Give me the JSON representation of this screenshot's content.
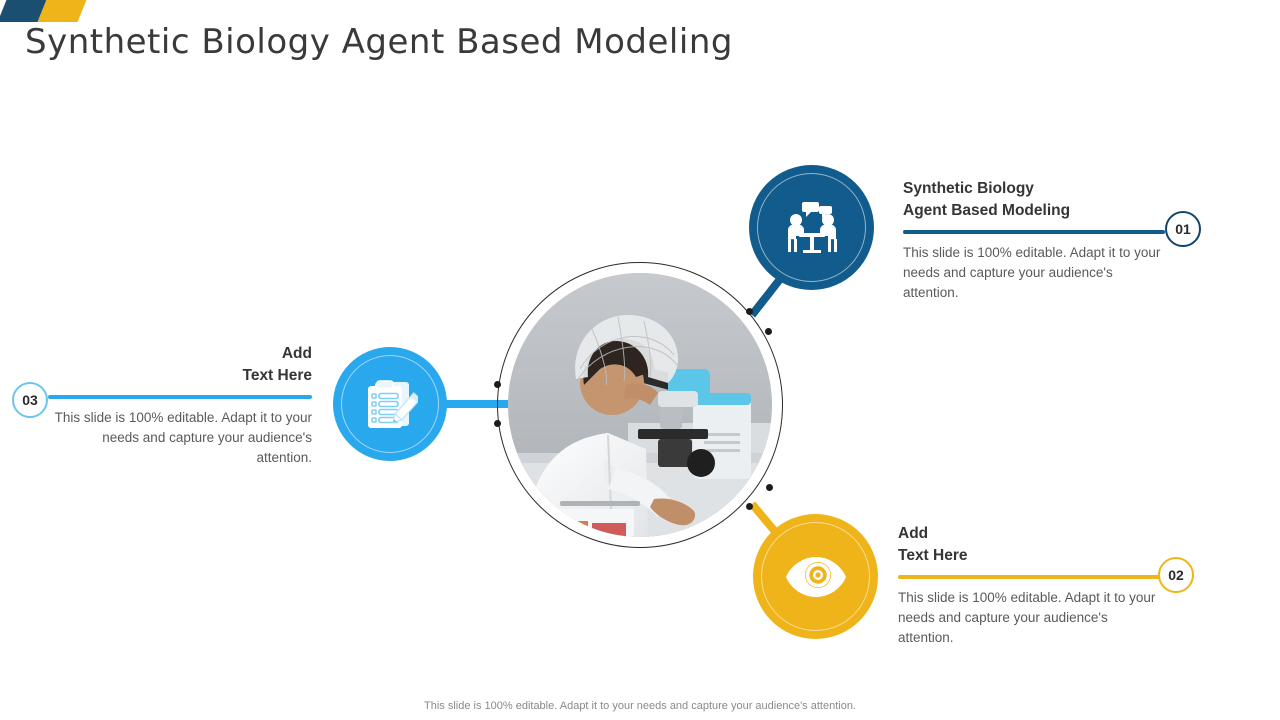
{
  "page_title": "Synthetic Biology Agent Based Modeling",
  "logo": {
    "name": "company-logo",
    "colors": [
      "#1b4f72",
      "#f0b41b"
    ]
  },
  "colors": {
    "dark_blue": "#115c8d",
    "light_blue": "#2aa8ee",
    "yellow": "#f0b41b",
    "title_text": "#3a3a3a",
    "body_text": "#5a5a5a"
  },
  "center": {
    "image_alt": "scientist-looking-into-microscope",
    "icon": "microscope-photo"
  },
  "blocks": [
    {
      "number": "01",
      "heading": "Synthetic Biology\nAgent Based Modeling",
      "heading_line1": "Synthetic Biology",
      "heading_line2": "Agent Based Modeling",
      "body": "This slide is 100% editable. Adapt it to your needs and capture your audience's attention.",
      "accent": "#115c8d",
      "icon": "meeting-people-icon"
    },
    {
      "number": "02",
      "heading_line1": "Add",
      "heading_line2": "Text Here",
      "body": "This slide is 100% editable. Adapt it to your needs and capture your audience's attention.",
      "accent": "#f0b41b",
      "icon": "eye-magnifier-icon"
    },
    {
      "number": "03",
      "heading_line1": "Add",
      "heading_line2": "Text Here",
      "body": "This slide is 100% editable. Adapt it to your needs and capture your audience's attention.",
      "accent": "#2aa8ee",
      "icon": "checklist-pencil-icon"
    }
  ],
  "footer": "This slide is 100% editable. Adapt it to your needs and capture your audience's attention."
}
